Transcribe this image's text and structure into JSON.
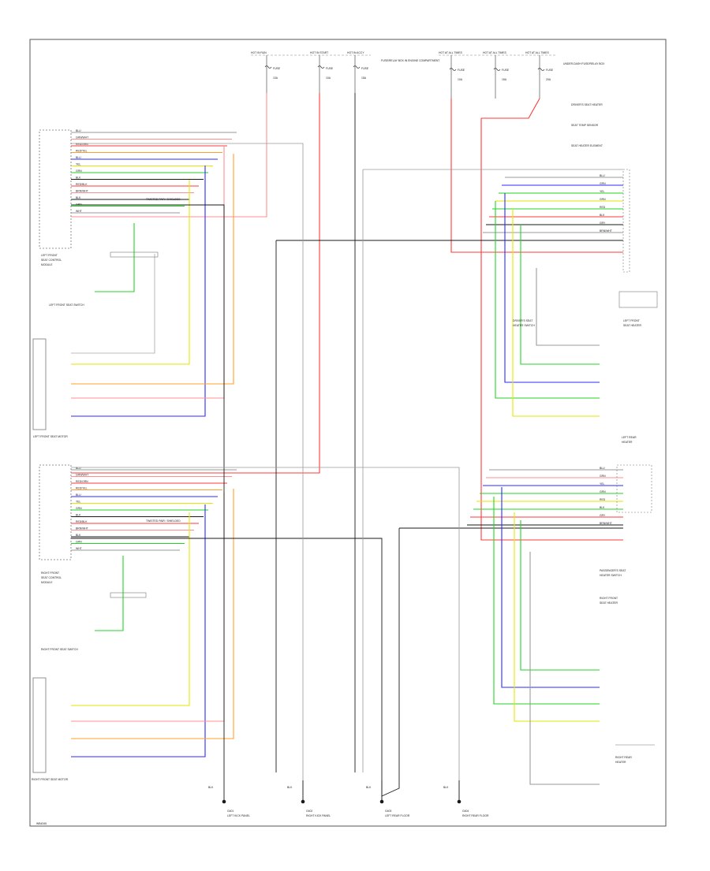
{
  "diagram": {
    "footer_label": "WB4345",
    "colors": {
      "red": "#ff3b3b",
      "pink": "#ff8f8f",
      "blue": "#2b2bff",
      "green": "#23d423",
      "yellow": "#e6e600",
      "orange": "#ff9f2e",
      "black": "#1a1a1a",
      "gray": "#9a9a9a",
      "light_gray": "#bdbdbd"
    },
    "fuses": [
      {
        "id": "f1",
        "label": "HOT IN RUN",
        "fuse": "FUSE",
        "amps": "10A"
      },
      {
        "id": "f2",
        "label": "HOT IN START",
        "fuse": "FUSE",
        "amps": "10A"
      },
      {
        "id": "f3",
        "label": "HOT IN ACCY",
        "fuse": "FUSE",
        "amps": "15A"
      },
      {
        "id": "f4",
        "label": "HOT AT ALL TIMES",
        "fuse": "FUSE",
        "amps": "10A"
      },
      {
        "id": "f5",
        "label": "HOT AT ALL TIMES",
        "fuse": "FUSE",
        "amps": "15A"
      },
      {
        "id": "f6",
        "label": "HOT AT ALL TIMES",
        "fuse": "FUSE",
        "amps": "20A"
      }
    ],
    "fuse_box_left": "FUSE/RELAY BOX IN ENGINE COMPARTMENT",
    "fuse_box_right": "UNDER-DASH FUSE/RELAY BOX",
    "top_right_labels": [
      "DRIVER'S SEAT HEATER",
      "SEAT TEMP SENSOR",
      "SEAT HEATER ELEMENT"
    ],
    "left_module_upper": {
      "title_lines": [
        "LEFT FRONT",
        "SEAT CONTROL",
        "MODULE"
      ],
      "connector_name": "LEFT FRONT SEAT SWITCH",
      "bottom_name": "LEFT FRONT SEAT MOTOR",
      "wires": [
        "BLU",
        "GRN/WHT",
        "RED/GRN",
        "RED/YEL",
        "BLU",
        "YEL",
        "GRN",
        "BLK",
        "RED/BLK",
        "BRN/WHT",
        "BLK",
        "GRN",
        "WHT"
      ]
    },
    "left_module_lower": {
      "title_lines": [
        "RIGHT FRONT",
        "SEAT CONTROL",
        "MODULE"
      ],
      "connector_name": "RIGHT FRONT SEAT SWITCH",
      "bottom_name": "RIGHT FRONT SEAT MOTOR",
      "wires": [
        "BLU",
        "GRN/WHT",
        "RED/GRN",
        "RED/YEL",
        "BLU",
        "YEL",
        "GRN",
        "BLK",
        "RED/BLK",
        "BRN/WHT",
        "BLK",
        "GRN",
        "WHT"
      ]
    },
    "shield_label": "TWISTED PAIR / SHIELDED",
    "right_upper": {
      "labels": [
        "DRIVER'S SEAT",
        "HEATER SWITCH",
        "LEFT FRONT",
        "SEAT HEATER",
        "LEFT REAR",
        "HEATER"
      ],
      "wire_colors": [
        "BLU",
        "GRN",
        "YEL",
        "GRN",
        "RED",
        "BLK",
        "GRY",
        "BRN/WHT"
      ]
    },
    "right_lower": {
      "labels": [
        "PASSENGER'S SEAT",
        "HEATER SWITCH",
        "RIGHT FRONT",
        "SEAT HEATER",
        "RIGHT REAR",
        "HEATER"
      ],
      "wire_colors": [
        "BLU",
        "GRN",
        "YEL",
        "GRN",
        "RED",
        "BLK",
        "GRY",
        "BRN/WHT"
      ]
    },
    "grounds": [
      {
        "id": "g1",
        "label": "G401",
        "desc": "LEFT KICK PANEL"
      },
      {
        "id": "g2",
        "label": "G402",
        "desc": "RIGHT KICK PANEL"
      },
      {
        "id": "g3",
        "label": "G403",
        "desc": "LEFT REAR FLOOR"
      },
      {
        "id": "g4",
        "label": "G404",
        "desc": "RIGHT REAR FLOOR"
      }
    ],
    "ground_wire_labels": [
      "BLK",
      "BLK",
      "BLK",
      "BLK",
      "BLK",
      "BLK"
    ]
  }
}
